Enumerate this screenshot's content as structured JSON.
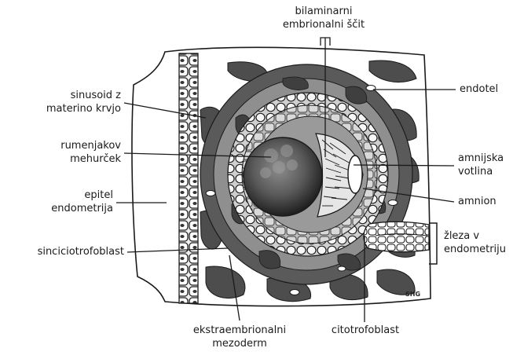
{
  "labels": {
    "bilaminar_l1": "bilaminarni",
    "bilaminar_l2": "embrionalni ščit",
    "sinusoid_l1": "sinusoid z",
    "sinusoid_l2": "materino krvjo",
    "yolk_l1": "rumenjakov",
    "yolk_l2": "mehurček",
    "epitel_l1": "epitel",
    "epitel_l2": "endometrija",
    "sinciciotrofoblast": "sinciciotrofoblast",
    "ekstra_l1": "ekstraembrionalni",
    "ekstra_l2": "mezoderm",
    "citotrofoblast": "citotrofoblast",
    "endotel": "endotel",
    "amnijska_l1": "amnijska",
    "amnijska_l2": "votlina",
    "amnion": "amnion",
    "zleza_l1": "žleza v",
    "zleza_l2": "endometriju"
  },
  "signature": "SHG",
  "colors": {
    "ink": "#1a1a1a",
    "dark_tissue": "#4d4d4d",
    "mid_tissue": "#8a8a8a",
    "light_tissue": "#d2d2d2",
    "yolk_center": "#7a7a7a",
    "yolk_edge": "#262626"
  }
}
